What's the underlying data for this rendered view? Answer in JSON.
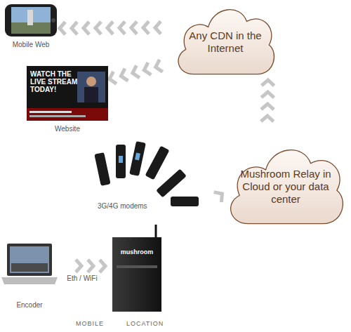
{
  "diagram": {
    "nodes": [
      {
        "text": [
          "Any CDN in the Internet"
        ]
      },
      {
        "text": [
          "Mobile Web"
        ]
      },
      {
        "text": [
          "WATCH THE LIVE STREAM TODAY!",
          "Website"
        ]
      },
      {
        "text": [
          "Mushroom Relay in Cloud or your data center"
        ]
      },
      {
        "text": [
          "3G/4G modems"
        ]
      },
      {
        "text": [
          "mushroom"
        ]
      },
      {
        "text": [
          "Encoder"
        ]
      }
    ],
    "edges": [
      {
        "from": 6,
        "to": 5,
        "arrow": "to",
        "label": "Eth / WiFi"
      },
      {
        "from": 4,
        "to": 3,
        "arrow": "to"
      },
      {
        "from": 3,
        "to": 0,
        "arrow": "to"
      },
      {
        "from": 0,
        "to": 1,
        "arrow": "to"
      },
      {
        "from": 0,
        "to": 2,
        "arrow": "to"
      }
    ],
    "labels": [
      "MOBILE",
      "LOCATION"
    ]
  }
}
